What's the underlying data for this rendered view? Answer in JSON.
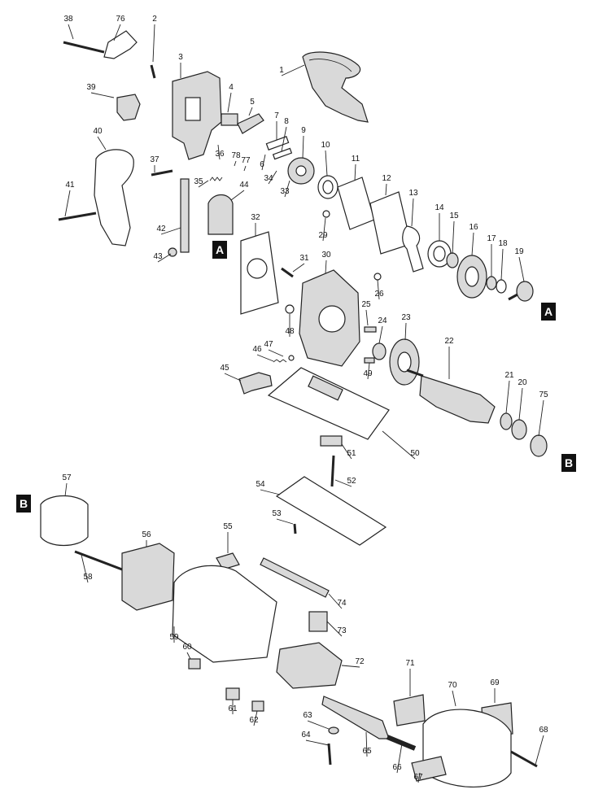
{
  "diagram": {
    "type": "exploded-parts-diagram",
    "connector_markers": [
      "A",
      "A",
      "B",
      "B"
    ],
    "part_labels": [
      "38",
      "76",
      "2",
      "3",
      "39",
      "4",
      "5",
      "1",
      "7",
      "8",
      "6",
      "9",
      "10",
      "11",
      "12",
      "13",
      "40",
      "37",
      "36",
      "78",
      "77",
      "35",
      "44",
      "34",
      "33",
      "29",
      "14",
      "15",
      "16",
      "17",
      "18",
      "19",
      "41",
      "42",
      "32",
      "31",
      "30",
      "43",
      "26",
      "25",
      "48",
      "24",
      "23",
      "22",
      "47",
      "46",
      "49",
      "45",
      "21",
      "20",
      "75",
      "51",
      "50",
      "52",
      "57",
      "54",
      "53",
      "55",
      "56",
      "58",
      "74",
      "59",
      "60",
      "73",
      "72",
      "71",
      "69",
      "61",
      "62",
      "63",
      "70",
      "68",
      "64",
      "65",
      "66",
      "67"
    ]
  }
}
